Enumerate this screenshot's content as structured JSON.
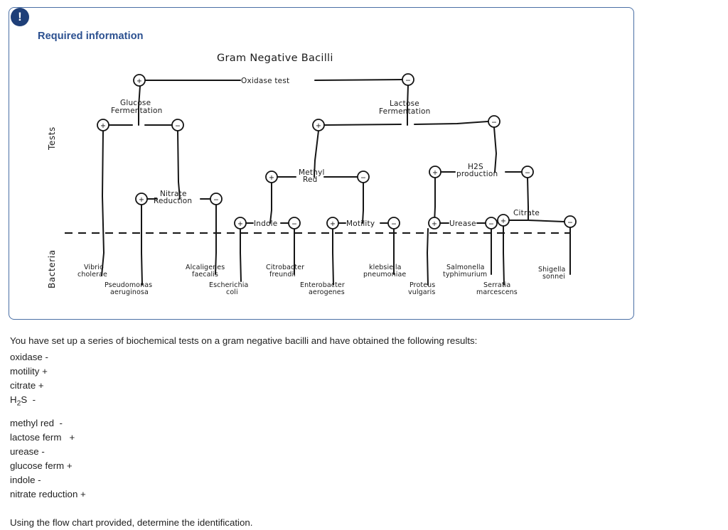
{
  "card": {
    "badge_icon": "exclamation-icon",
    "badge_glyph": "!",
    "title": "Required information"
  },
  "chart": {
    "title": "Gram Negative Bacilli",
    "axis_tests_label": "Tests",
    "axis_bacteria_label": "Bacteria",
    "plus_glyph": "+",
    "minus_glyph": "−",
    "tests": [
      {
        "id": "oxidase",
        "label": "Oxidase test"
      },
      {
        "id": "glucose-fermentation",
        "label_line1": "Glucose",
        "label_line2": "Fermentation"
      },
      {
        "id": "lactose-fermentation",
        "label_line1": "Lactose",
        "label_line2": "Fermentation"
      },
      {
        "id": "nitrate-reduction",
        "label_line1": "Nitrate",
        "label_line2": "Reduction"
      },
      {
        "id": "methyl-red",
        "label_line1": "Methyl",
        "label_line2": "Red"
      },
      {
        "id": "h2s-production",
        "label_line1": "H2S",
        "label_line2": "production"
      },
      {
        "id": "indole",
        "label": "Indole"
      },
      {
        "id": "motility",
        "label": "Motility"
      },
      {
        "id": "urease",
        "label": "Urease"
      },
      {
        "id": "citrate",
        "label": "Citrate"
      }
    ],
    "bacteria": [
      {
        "id": "vibrio-cholerae",
        "line1": "Vibrio",
        "line2": "cholerae"
      },
      {
        "id": "pseudomonas-aeruginosa",
        "line1": "Pseudomonas",
        "line2": "aeruginosa"
      },
      {
        "id": "alcaligenes-faecalis",
        "line1": "Alcaligenes",
        "line2": "faecalis"
      },
      {
        "id": "escherichia-coli",
        "line1": "Escherichia",
        "line2": "coli"
      },
      {
        "id": "citrobacter-freundii",
        "line1": "Citrobacter",
        "line2": "freundii"
      },
      {
        "id": "enterobacter-aerogenes",
        "line1": "Enterobacter",
        "line2": "aerogenes"
      },
      {
        "id": "klebsiella-pneumoniae",
        "line1": "klebsiella",
        "line2": "pneumoniae"
      },
      {
        "id": "proteus-vulgaris",
        "line1": "Proteus",
        "line2": "vulgaris"
      },
      {
        "id": "salmonella-typhimurium",
        "line1": "Salmonella",
        "line2": "typhimurium"
      },
      {
        "id": "serratia-marcescens",
        "line1": "Serratia",
        "line2": "marcescens"
      },
      {
        "id": "shigella-sonnei",
        "line1": "Shigella",
        "line2": "sonnei"
      }
    ]
  },
  "chart_data": {
    "type": "diagram",
    "title": "Gram Negative Bacilli",
    "description": "Dichotomous flow chart of biochemical tests identifying gram negative bacilli.",
    "decision_nodes": [
      {
        "test": "Oxidase test",
        "positive_branch": "Glucose Fermentation",
        "negative_branch": "Lactose Fermentation"
      },
      {
        "test": "Glucose Fermentation",
        "positive_branch": "Vibrio cholerae",
        "negative_branch": "Nitrate Reduction"
      },
      {
        "test": "Nitrate Reduction",
        "positive_branch": "Pseudomonas aeruginosa",
        "negative_branch": "Alcaligenes faecalis"
      },
      {
        "test": "Lactose Fermentation",
        "positive_branch": "Methyl Red",
        "negative_branch": "H2S production"
      },
      {
        "test": "Methyl Red",
        "positive_branch": "Indole",
        "negative_branch": "Motility"
      },
      {
        "test": "Indole",
        "positive_branch": "Escherichia coli",
        "negative_branch": "Citrobacter freundii"
      },
      {
        "test": "Motility",
        "positive_branch": "Enterobacter aerogenes",
        "negative_branch": "klebsiella pneumoniae"
      },
      {
        "test": "H2S production",
        "positive_branch": "Urease",
        "negative_branch": "Citrate"
      },
      {
        "test": "Urease",
        "positive_branch": "Proteus vulgaris",
        "negative_branch": "Salmonella typhimurium"
      },
      {
        "test": "Citrate",
        "positive_branch": "Serratia marcescens",
        "negative_branch": "Shigella sonnei"
      }
    ]
  },
  "prompt": {
    "lead": "You have set up a series of biochemical tests on a gram negative bacilli and have obtained the following results:",
    "results": [
      "oxidase -",
      "motility +",
      "citrate +"
    ],
    "h2s_prefix": "H",
    "h2s_sub": "2",
    "h2s_suffix": "S  -",
    "results_tail": [
      "methyl red  -",
      "lactose ferm   +",
      "urease -",
      "glucose ferm +",
      "indole -",
      "nitrate reduction +"
    ],
    "closing": "Using the flow chart provided, determine the identification."
  }
}
